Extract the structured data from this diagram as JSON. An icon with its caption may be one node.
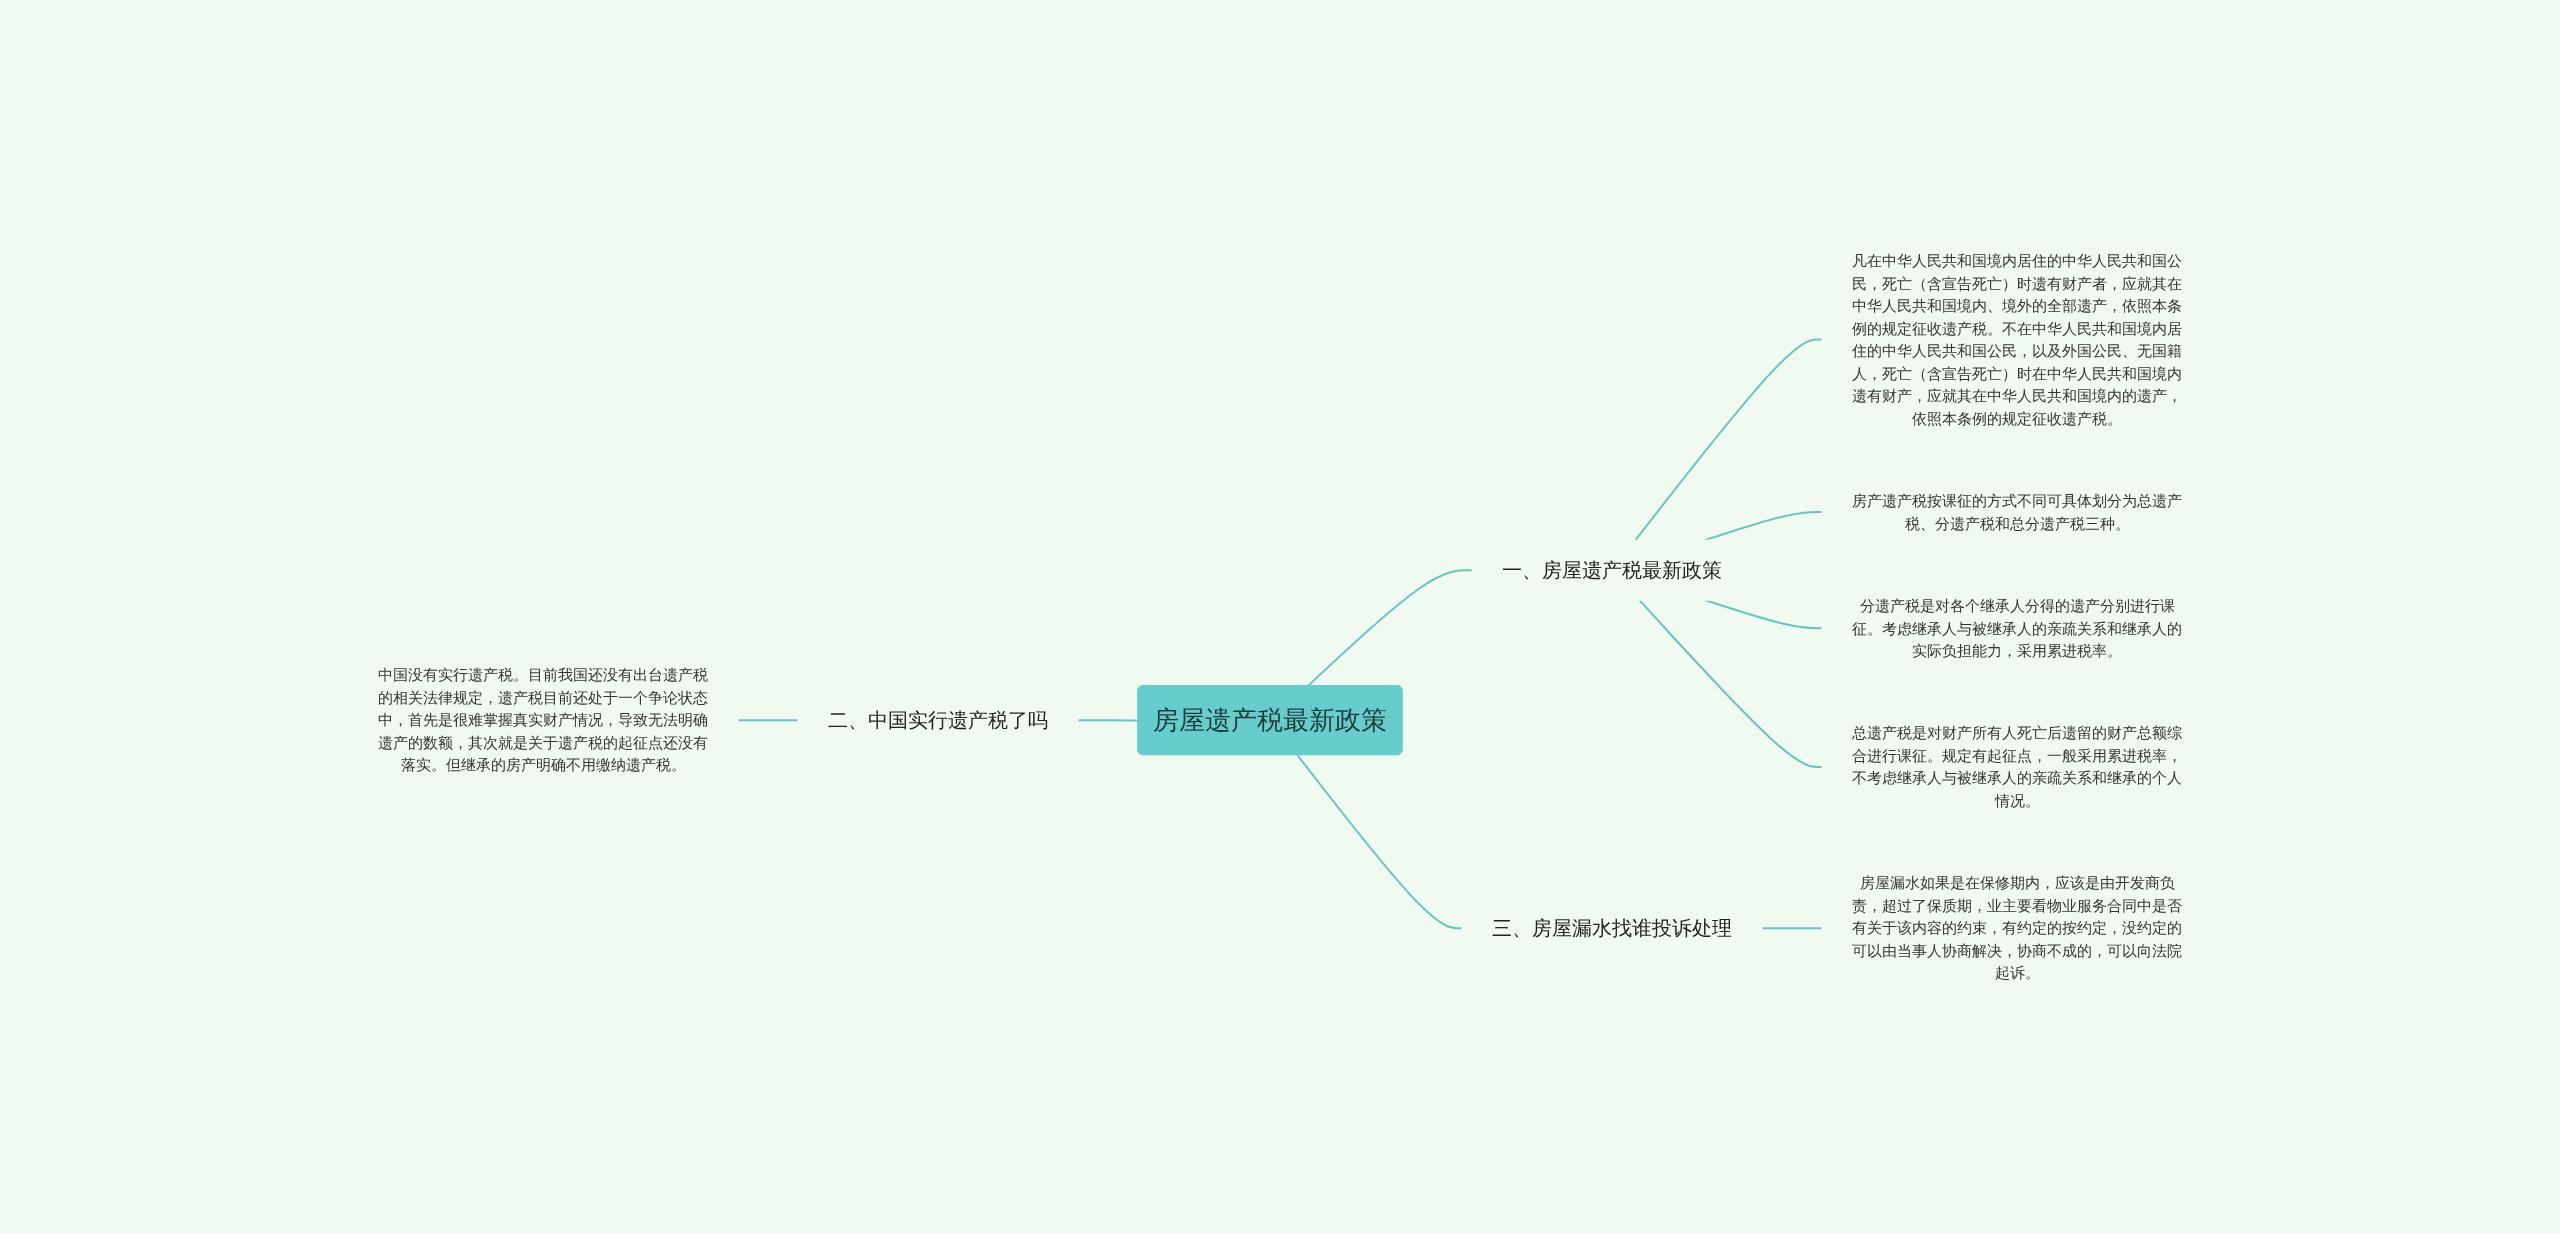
{
  "diagram": {
    "nodes": [
      {
        "text": [
          "房屋遗产税最新政策"
        ]
      },
      {
        "text": [
          "一、房屋遗产税最新政策"
        ]
      },
      {
        "text": [
          "凡在中华人民共和国境内居住的中华人民共和国公民，死亡（含宣告死亡）时遗有财产者，应就其在中华人民共和国境内、境外的全部遗产，依照本条例的规定征收遗产税。不在中华人民共和国境内居住的中华人民共和国公民，以及外国公民、无国籍人，死亡（含宣告死亡）时在中华人民共和国境内遗有财产，应就其在中华人民共和国境内的遗产，依照本条例的规定征收遗产税。"
        ]
      },
      {
        "text": [
          "房产遗产税按课征的方式不同可具体划分为总遗产税、分遗产税和总分遗产税三种。"
        ]
      },
      {
        "text": [
          "分遗产税是对各个继承人分得的遗产分别进行课征。考虑继承人与被继承人的亲疏关系和继承人的实际负担能力，采用累进税率。"
        ]
      },
      {
        "text": [
          "总遗产税是对财产所有人死亡后遗留的财产总额综合进行课征。规定有起征点，一般采用累进税率，不考虑继承人与被继承人的亲疏关系和继承的个人情况。"
        ]
      },
      {
        "text": [
          "二、中国实行遗产税了吗"
        ]
      },
      {
        "text": [
          "中国没有实行遗产税。目前我国还没有出台遗产税的相关法律规定，遗产税目前还处于一个争论状态中，首先是很难掌握真实财产情况，导致无法明确遗产的数额，其次就是关于遗产税的起征点还没有落实。但继承的房产明确不用缴纳遗产税。"
        ]
      },
      {
        "text": [
          "三、房屋漏水找谁投诉处理"
        ]
      },
      {
        "text": [
          "房屋漏水如果是在保修期内，应该是由开发商负责，超过了保质期，业主要看物业服务合同中是否有关于该内容的约束，有约定的按约定，没约定的可以由当事人协商解决，协商不成的，可以向法院起诉。"
        ]
      }
    ],
    "edges": [
      {
        "from": 0,
        "to": 1,
        "arrow": "none"
      },
      {
        "from": 1,
        "to": 2,
        "arrow": "none"
      },
      {
        "from": 1,
        "to": 3,
        "arrow": "none"
      },
      {
        "from": 1,
        "to": 4,
        "arrow": "none"
      },
      {
        "from": 1,
        "to": 5,
        "arrow": "none"
      },
      {
        "from": 6,
        "to": 0,
        "arrow": "none"
      },
      {
        "from": 7,
        "to": 6,
        "arrow": "none"
      },
      {
        "from": 0,
        "to": 8,
        "arrow": "none"
      },
      {
        "from": 8,
        "to": 9,
        "arrow": "none"
      }
    ]
  }
}
